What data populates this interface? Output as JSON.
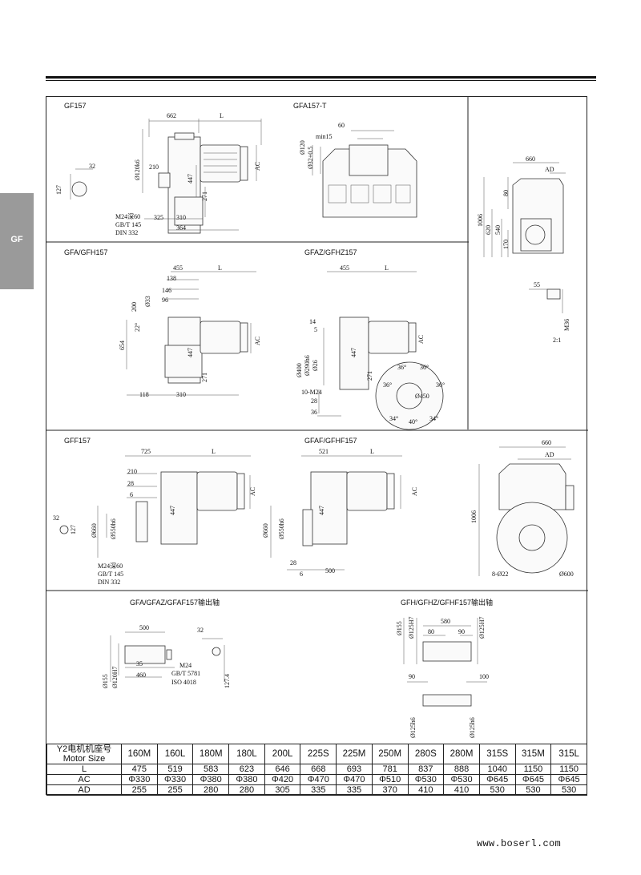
{
  "side_tab": "GF",
  "panels": {
    "gf157": "GF157",
    "gfa157t": "GFA157-T",
    "gfa_gfh157": "GFA/GFH157",
    "gfaz_gfhz157": "GFAZ/GFHZ157",
    "gff157": "GFF157",
    "gfaf_gfhf157": "GFAF/GFHF157",
    "shaft_a": "GFA/GFAZ/GFAF157输出轴",
    "shaft_h": "GFH/GFHZ/GFHF157输出轴"
  },
  "dims": {
    "gf157": [
      "662",
      "L",
      "32",
      "127",
      "Ø120k6",
      "210",
      "447",
      "AC",
      "271",
      "M24深60",
      "GB/T 145",
      "DIN 332",
      "325",
      "310",
      "364"
    ],
    "gfa157t": [
      "60",
      "min15",
      "Ø120",
      "Ø32+0.5"
    ],
    "right_top": [
      "660",
      "AD",
      "80",
      "1006",
      "620",
      "540",
      "170",
      "55",
      "M36",
      "2:1"
    ],
    "gfa_gfh157": [
      "455",
      "L",
      "138",
      "146",
      "96",
      "Ø33",
      "200",
      "22°",
      "654",
      "447",
      "AC",
      "271",
      "118",
      "310"
    ],
    "gfaz_gfhz157": [
      "455",
      "L",
      "14",
      "5",
      "AC",
      "447",
      "Ø400",
      "Ø290h6",
      "Ø26",
      "271",
      "10-M24",
      "28",
      "36",
      "36°",
      "36°",
      "36°",
      "36°",
      "Ø450",
      "34°",
      "40°",
      "34°"
    ],
    "gff157": [
      "725",
      "L",
      "210",
      "28",
      "6",
      "AC",
      "447",
      "32",
      "127",
      "Ø660",
      "Ø550h6",
      "M24深60",
      "GB/T 145",
      "DIN 332"
    ],
    "gfaf_gfhf157": [
      "521",
      "L",
      "AC",
      "447",
      "Ø660",
      "Ø550h6",
      "28",
      "6",
      "500"
    ],
    "right_bottom": [
      "660",
      "AD",
      "1006",
      "8-Ø22",
      "Ø600"
    ],
    "shaft_a": [
      "500",
      "32",
      "35",
      "460",
      "Ø155",
      "Ø120H7",
      "M24",
      "GB/T 5781",
      "ISO 4018",
      "127.4"
    ],
    "shaft_h": [
      "580",
      "80",
      "90",
      "Ø155",
      "Ø125H7",
      "Ø125H7",
      "90",
      "100",
      "Ø125h6",
      "Ø125h6"
    ]
  },
  "table": {
    "header_label": [
      "Y2电机机座号",
      "Motor Size"
    ],
    "sizes": [
      "160M",
      "160L",
      "180M",
      "180L",
      "200L",
      "225S",
      "225M",
      "250M",
      "280S",
      "280M",
      "315S",
      "315M",
      "315L"
    ],
    "rows": [
      {
        "label": "L",
        "values": [
          "475",
          "519",
          "583",
          "623",
          "646",
          "668",
          "693",
          "781",
          "837",
          "888",
          "1040",
          "1150",
          "1150"
        ]
      },
      {
        "label": "AC",
        "values": [
          "Φ330",
          "Φ330",
          "Φ380",
          "Φ380",
          "Φ420",
          "Φ470",
          "Φ470",
          "Φ510",
          "Φ530",
          "Φ530",
          "Φ645",
          "Φ645",
          "Φ645"
        ]
      },
      {
        "label": "AD",
        "values": [
          "255",
          "255",
          "280",
          "280",
          "305",
          "335",
          "335",
          "370",
          "410",
          "410",
          "530",
          "530",
          "530"
        ]
      }
    ]
  },
  "footer_url": "www.boserl.com"
}
